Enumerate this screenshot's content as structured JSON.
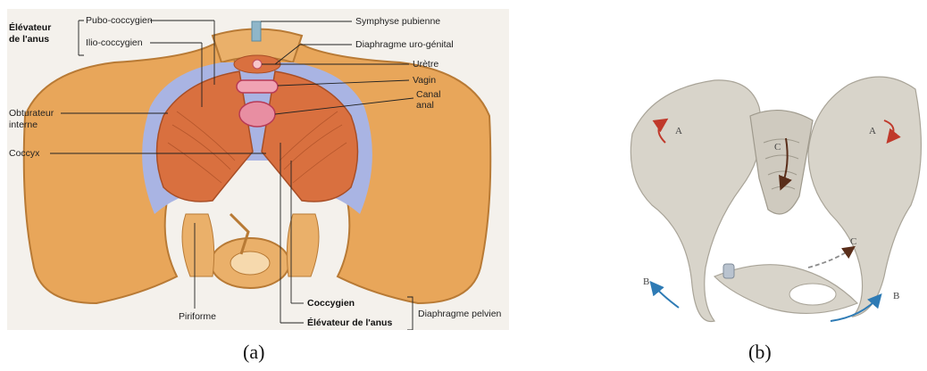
{
  "panel_a": {
    "group_label_line1": "Élévateur",
    "group_label_line2": "de l'anus",
    "labels": {
      "pubo": "Pubo-coccygien",
      "ilio": "Ilio-coccygien",
      "symphyse": "Symphyse pubienne",
      "uro": "Diaphragme uro-génital",
      "uretre": "Urètre",
      "vagin": "Vagin",
      "canal1": "Canal",
      "canal2": "anal",
      "obtu1": "Obturateur",
      "obtu2": "interne",
      "coccyx": "Coccyx",
      "piriforme": "Piriforme",
      "coccygien": "Coccygien",
      "elevateur": "Élévateur de l'anus",
      "diaphragme": "Diaphragme pelvien"
    },
    "caption": "(a)"
  },
  "panel_b": {
    "letters": {
      "a_left": "A",
      "a_right": "A",
      "c_top": "C",
      "c_right": "C",
      "b_left": "B",
      "b_right": "B"
    },
    "caption": "(b)"
  }
}
